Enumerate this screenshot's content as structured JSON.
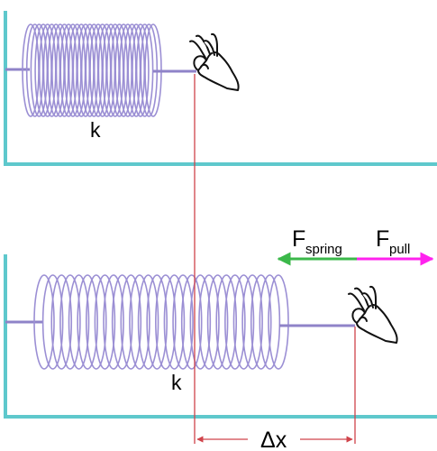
{
  "labels": {
    "k_top": "k",
    "k_bottom": "k",
    "force_spring_main": "F",
    "force_spring_sub": "spring",
    "force_pull_main": "F",
    "force_pull_sub": "pull",
    "displacement": "Δx"
  },
  "colors": {
    "wall": "#5ec8cc",
    "spring": "#9b8fd4",
    "spring_rod": "#8f83c8",
    "guide_line": "#d0434a",
    "spring_force_arrow": "#3bb84a",
    "pull_force_arrow": "#ff22ee",
    "hand_outline": "#111111"
  },
  "icons": {
    "hand_top": "pinching-hand-icon",
    "hand_bottom": "pinching-hand-icon"
  }
}
